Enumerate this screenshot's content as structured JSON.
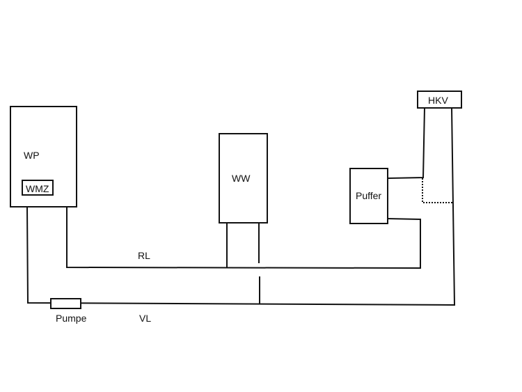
{
  "diagram": {
    "labels": {
      "wp": "WP",
      "wmz": "WMZ",
      "ww": "WW",
      "puffer": "Puffer",
      "hkv": "HKV",
      "rl": "RL",
      "vl": "VL",
      "pumpe": "Pumpe"
    },
    "colors": {
      "line": "#111111",
      "background": "#ffffff"
    }
  }
}
